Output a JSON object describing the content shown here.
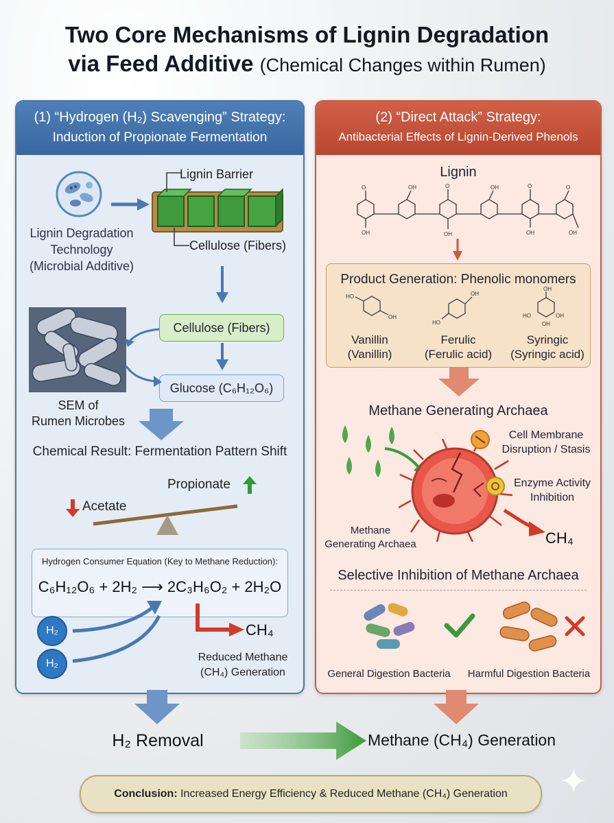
{
  "title": {
    "line1": "Two Core Mechanisms of Lignin Degradation",
    "line2_bold": "via Feed Additive",
    "line2_rest": "(Chemical Changes within Rumen)"
  },
  "left_panel": {
    "header_line1": "(1) “Hydrogen (H₂) Scavenging” Strategy:",
    "header_line2": "Induction of Propionate Fermentation",
    "microbe_label_1": "Lignin Degradation",
    "microbe_label_2": "Technology",
    "microbe_label_3": "(Microbial Additive)",
    "lignin_barrier": "Lignin Barrier",
    "cellulose_fibers_label": "Cellulose (Fibers)",
    "cellulose_box": "Cellulose (Fibers)",
    "glucose_box": "Glucose (C₆H₁₂O₆)",
    "sem_label_1": "SEM of",
    "sem_label_2": "Rumen Microbes",
    "chemical_result": "Chemical Result: Fermentation Pattern Shift",
    "propionate": "Propionate",
    "acetate": "Acetate",
    "equation_title": "Hydrogen Consumer Equation (Key to Methane Reduction):",
    "equation": "C₆H₁₂O₆ + 2H₂ ⟶ 2C₃H₆O₂ + 2H₂O",
    "h2_a": "H₂",
    "h2_b": "H₂",
    "ch4": "CH₄",
    "reduced_1": "Reduced Methane",
    "reduced_2": "(CH₄) Generation"
  },
  "right_panel": {
    "header_line1": "(2) “Direct Attack” Strategy:",
    "header_line2": "Antibacterial Effects of Lignin-Derived Phenols",
    "lignin": "Lignin",
    "product_title": "Product Generation: Phenolic monomers",
    "monomers": [
      {
        "name": "Vanillin",
        "sub": "(Vanillin)"
      },
      {
        "name": "Ferulic",
        "sub": "(Ferulic acid)"
      },
      {
        "name": "Syringic",
        "sub": "(Syringic acid)"
      }
    ],
    "archaea_title": "Methane Generating Archaea",
    "membrane_1": "Cell Membrane",
    "membrane_2": "Disruption / Stasis",
    "enzyme_1": "Enzyme Activity",
    "enzyme_2": "Inhibition",
    "archaea_label_1": "Methane",
    "archaea_label_2": "Generating Archaea",
    "ch4": "CH₄",
    "selective": "Selective Inhibition of Methane Archaea",
    "general_bacteria": "General Digestion Bacteria",
    "harmful_bacteria": "Harmful Digestion Bacteria"
  },
  "bottom": {
    "h2_removal": "H₂ Removal",
    "methane_generation": "Methane (CH₄) Generation",
    "conclusion_bold": "Conclusion:",
    "conclusion_rest": "Increased Energy Efficiency & Reduced Methane (CH₄) Generation"
  },
  "colors": {
    "left_accent": "#3a679f",
    "right_accent": "#b9472f",
    "green": "#3c9a3c",
    "red": "#d23a2a"
  }
}
